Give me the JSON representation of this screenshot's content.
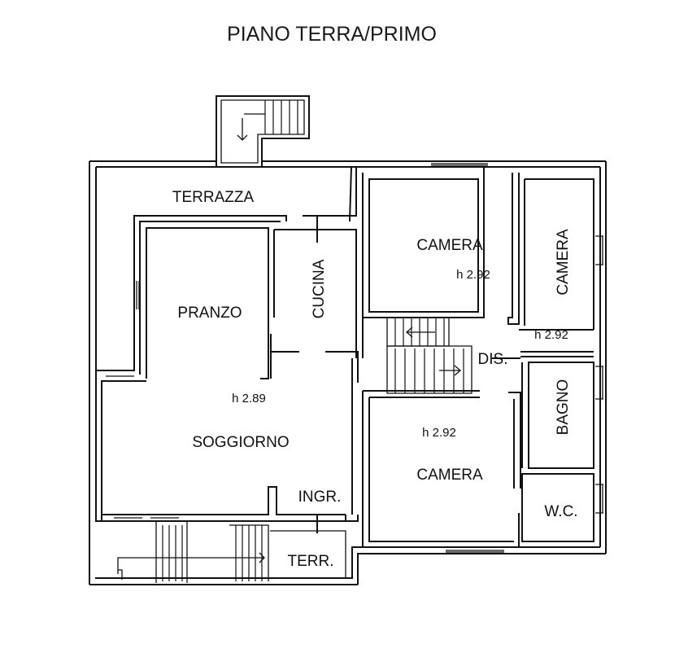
{
  "title": "PIANO TERRA/PRIMO",
  "rooms": {
    "terrazza": "TERRAZZA",
    "camera_top": "CAMERA",
    "camera_right": "CAMERA",
    "camera_bottom": "CAMERA",
    "pranzo": "PRANZO",
    "cucina": "CUCINA",
    "dis": "DIS.",
    "bagno": "BAGNO",
    "soggiorno": "SOGGIORNO",
    "ingr": "INGR.",
    "wc": "W.C.",
    "terr": "TERR."
  },
  "heights": {
    "camera_top": "h 2.92",
    "camera_right": "h 2.92",
    "soggiorno": "h 2.89",
    "camera_bottom": "h 2.92"
  },
  "colors": {
    "ink": "#111111",
    "background": "#ffffff"
  }
}
